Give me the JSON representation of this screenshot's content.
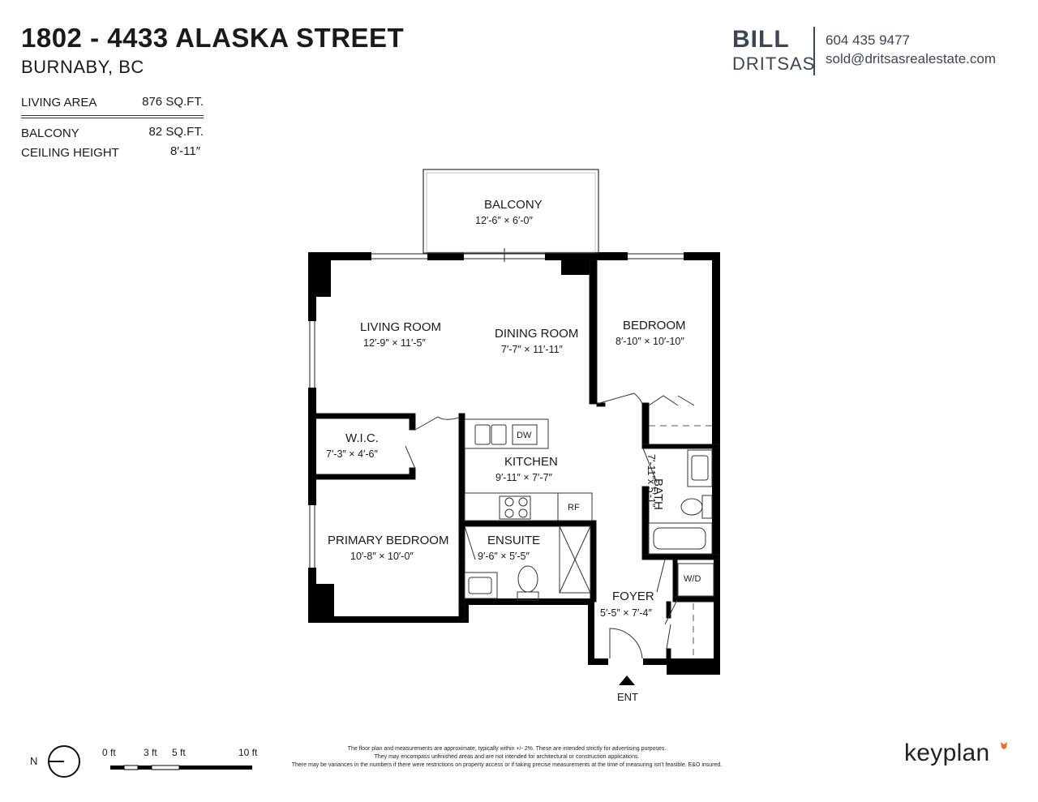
{
  "listing": {
    "title": "1802 - 4433 ALASKA STREET",
    "subtitle": "BURNABY, BC"
  },
  "stats": [
    {
      "label": "LIVING AREA",
      "value": "876 SQ.FT."
    },
    {
      "label": "BALCONY",
      "value": "82 SQ.FT."
    },
    {
      "label": "CEILING HEIGHT",
      "value": "8′-11″"
    }
  ],
  "agent": {
    "first_name": "BILL",
    "last_name": "DRITSAS",
    "phone": "604 435 9477",
    "email": "sold@dritsasrealestate.com",
    "color": "#3b4656"
  },
  "rooms": {
    "balcony": {
      "name": "BALCONY",
      "dims": "12′-6″  ×  6′-0″"
    },
    "living_room": {
      "name": "LIVING ROOM",
      "dims": "12′-9″  ×  11′-5″"
    },
    "dining_room": {
      "name": "DINING ROOM",
      "dims": "7′-7″  ×  11′-11″"
    },
    "bedroom": {
      "name": "BEDROOM",
      "dims": "8′-10″ × 10′-10″"
    },
    "wic": {
      "name": "W.I.C.",
      "dims": "7′-3″  ×  4′-6″"
    },
    "kitchen": {
      "name": "KITCHEN",
      "dims": "9′-11″  ×  7′-7″"
    },
    "bath": {
      "name": "BATH",
      "dims": "7′-11″x 5′-1″"
    },
    "primary_bedroom": {
      "name": "PRIMARY BEDROOM",
      "dims": "10′-8″ × 10′-0″"
    },
    "ensuite": {
      "name": "ENSUITE",
      "dims": "9′-6″  ×  5′-5″"
    },
    "foyer": {
      "name": "FOYER",
      "dims": "5′-5″  ×  7′-4″"
    }
  },
  "fixtures": {
    "dishwasher": "DW",
    "fridge": "RF",
    "washer_dryer": "W/D"
  },
  "entry_label": "ENT",
  "compass": {
    "label": "N",
    "icon": "north-compass-icon"
  },
  "scale": {
    "ticks": [
      "0 ft",
      "3 ft",
      "5 ft",
      "10 ft"
    ]
  },
  "disclaimer": [
    "The floor plan and measurements are approximate, typically within +/- 2%. These are intended strictly for advertising purposes.",
    "They may encompass unfinished areas and are not intended for architectural or construction applications.",
    "There may be variances in the numbers if there were restrictions on property access or if taking precise measurements at the time of measuring isn't feasible. E&O insured."
  ],
  "brand": {
    "name": "keyplan",
    "accent": "#e8702a"
  },
  "colors": {
    "wall": "#000000",
    "line": "#1a1a1a"
  }
}
